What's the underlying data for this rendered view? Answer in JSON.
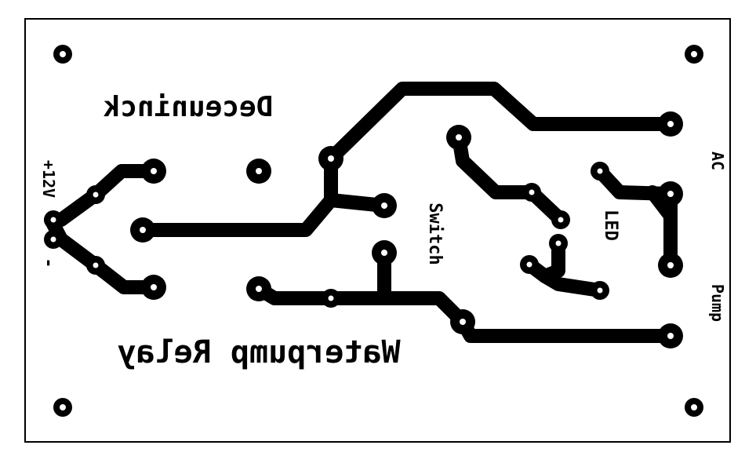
{
  "board": {
    "author_label": "Deceuninck",
    "title_label": "Waterpump Relay",
    "switch_label": "Switch",
    "led_label": "LED",
    "ac_label": "AC",
    "pump_label": "Pump",
    "power_label": "+12V",
    "ground_label": "-"
  },
  "colors": {
    "copper": "#000000",
    "background": "#ffffff",
    "outline": "#000000"
  }
}
